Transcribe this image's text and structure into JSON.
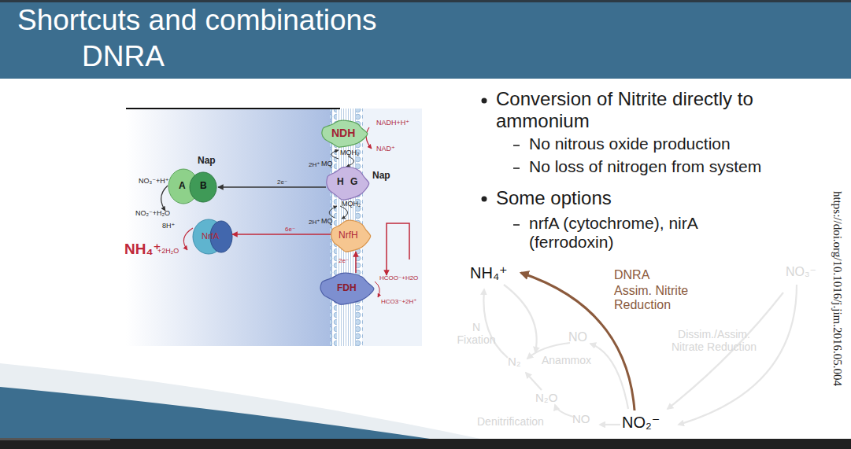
{
  "diagram": {
    "title": "Shortcuts and combinations DNRA",
    "nodes": [
      {
        "text": [
          "NDH"
        ]
      },
      {
        "text": [
          "Nap",
          "A",
          "B"
        ]
      },
      {
        "text": [
          "H",
          "G",
          "Nap"
        ]
      },
      {
        "text": [
          "NrfA"
        ]
      },
      {
        "text": [
          "NrfH"
        ]
      },
      {
        "text": [
          "FDH"
        ]
      }
    ],
    "edges": [
      {
        "from": 2,
        "to": 1,
        "arrow": "to",
        "label": "2e⁻"
      },
      {
        "from": 4,
        "to": 3,
        "arrow": "to",
        "label": "6e⁻"
      },
      {
        "from": 5,
        "to": 4,
        "arrow": "to",
        "label": "2e⁻"
      }
    ],
    "labels": [
      "NADH+H⁺",
      "NAD⁺",
      "2H⁺",
      "MQ",
      "MQH₂",
      "NO₃⁻+H⁺",
      "MQH₂",
      "NO₂⁻+H₂O",
      "8H⁺",
      "2H⁺",
      "MQ",
      "NH₄⁺",
      "+2H₂O",
      "HCOO⁻+H2O",
      "HCO3⁻+2H⁺",
      "Conversion of Nitrite directly to ammonium",
      "No nitrous oxide production",
      "No loss of nitrogen from system",
      "Some options",
      "nrfA (cytochrome), nirA (ferrodoxin)",
      "https://doi.org/10.1016/j.jim.2016.05.004",
      "NH₄⁺",
      "DNRA",
      "Assim. Nitrite Reduction",
      "NO₃⁻",
      "N Fixation",
      "NO",
      "N₂",
      "Anammox",
      "Dissim./Assim. Nitrate Reduction",
      "N₂O",
      "Denitrification",
      "NO",
      "NO₂⁻"
    ]
  }
}
